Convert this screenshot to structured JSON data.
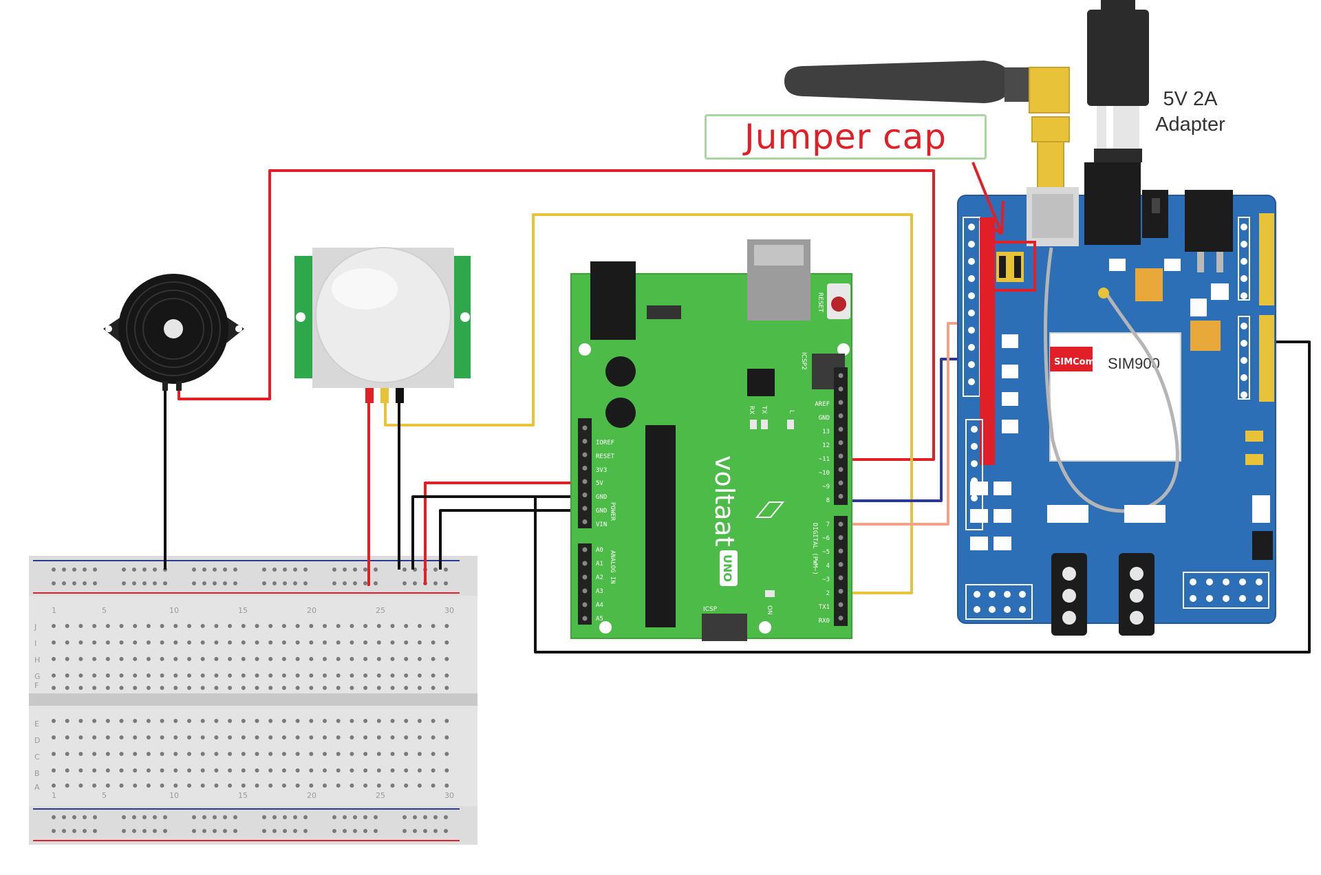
{
  "callout": {
    "text": "Jumper cap"
  },
  "adapter": {
    "line1": "5V 2A",
    "line2": "Adapter"
  },
  "arduino": {
    "brand": "voltaat",
    "model": "UNO",
    "reset_label": "RESET",
    "icsp2_label": "ICSP2",
    "icsp_label": "ICSP",
    "rx_label": "RX",
    "tx_label": "TX",
    "l_label": "L",
    "on_label": "ON",
    "power_pins": [
      "IOREF",
      "RESET",
      "3V3",
      "5V",
      "GND",
      "GND",
      "VIN"
    ],
    "power_group_label": "POWER",
    "analog_pins": [
      "A0",
      "A1",
      "A2",
      "A3",
      "A4",
      "A5"
    ],
    "analog_group_label": "ANALOG IN",
    "digital_top_pins": [
      "AREF",
      "GND",
      "13",
      "12",
      "~11",
      "~10",
      "~9",
      "8"
    ],
    "digital_bottom_pins": [
      "7",
      "~6",
      "~5",
      "4",
      "~3",
      "2",
      "TX1",
      "RX0"
    ],
    "digital_group_label": "DIGITAL (PWM~)"
  },
  "gsm": {
    "chip_label": "SIM900",
    "brand_label": "SIMCom"
  },
  "breadboard": {
    "top_numbers": [
      "1",
      "5",
      "10",
      "15",
      "20",
      "25",
      "30"
    ],
    "bottom_numbers": [
      "1",
      "5",
      "10",
      "15",
      "20",
      "25",
      "30"
    ],
    "rows_upper": [
      "J",
      "I",
      "H",
      "G",
      "F"
    ],
    "rows_lower": [
      "E",
      "D",
      "C",
      "B",
      "A"
    ]
  },
  "colors": {
    "wire_red": "#e01f26",
    "wire_black": "#111111",
    "wire_yellow": "#e8c33a",
    "wire_blue": "#2b3990",
    "wire_salmon": "#f3a385",
    "arduino_green": "#4cbb48",
    "gsm_blue": "#2c6fb7"
  }
}
